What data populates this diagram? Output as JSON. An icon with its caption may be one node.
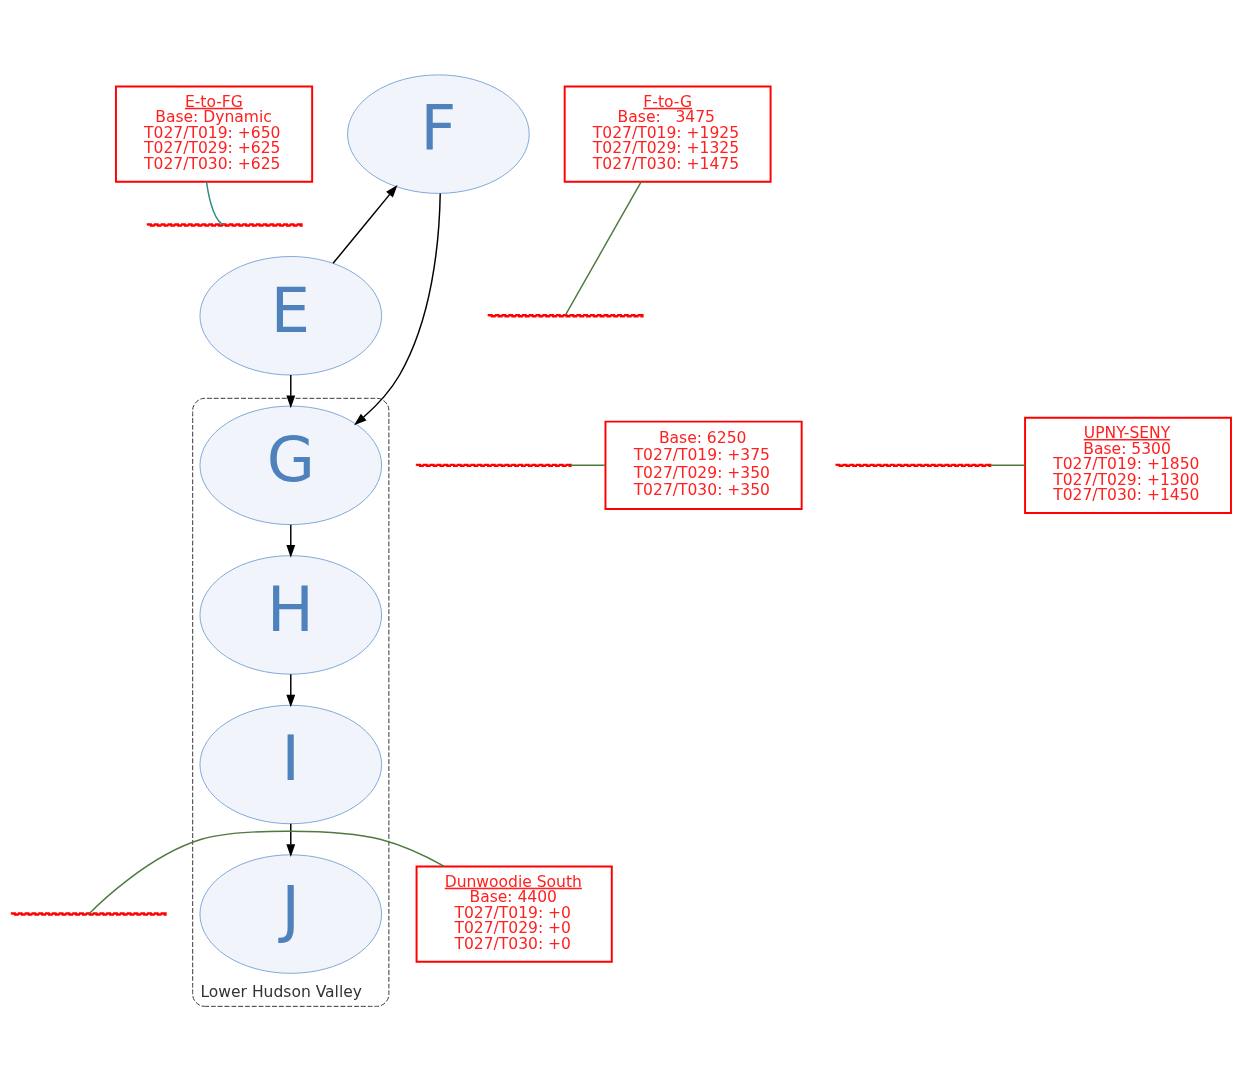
{
  "diagram": {
    "nodes": [
      {
        "text": [
          "E-to-FG",
          "Base: Dynamic",
          "T027/T019: +650",
          "T027/T029: +625",
          "T027/T030: +625"
        ]
      },
      {
        "text": [],
        "shape": "line"
      },
      {
        "text": [
          "F"
        ]
      },
      {
        "text": [
          "F-to-G",
          "Base:   3475",
          "T027/T019: +1925",
          "T027/T029: +1325",
          "T027/T030: +1475"
        ]
      },
      {
        "text": [],
        "shape": "line"
      },
      {
        "text": [
          "E"
        ]
      },
      {
        "text": [],
        "shape": "line"
      },
      {
        "text": [
          "UPNY-SENY",
          "Base: 5300",
          "T027/T019: +1850",
          "T027/T029: +1300",
          "T027/T030: +1450"
        ]
      },
      {
        "text": [
          "Lower Hudson Valley"
        ]
      },
      {
        "text": [
          "G"
        ],
        "in": 8
      },
      {
        "text": [],
        "shape": "line"
      },
      {
        "text": [
          "Base: 6250",
          "T027/T019: +375",
          "T027/T029: +350",
          "T027/T030: +350"
        ]
      },
      {
        "text": [
          "H"
        ],
        "in": 8
      },
      {
        "text": [
          "I"
        ],
        "in": 8
      },
      {
        "text": [
          "Dunwoodie South",
          "Base: 4400",
          "T027/T019: +0",
          "T027/T029: +0",
          "T027/T030: +0"
        ]
      },
      {
        "text": [],
        "shape": "line"
      },
      {
        "text": [
          "J"
        ],
        "in": 8
      }
    ],
    "edges": [
      {
        "from": 5,
        "to": 2,
        "arrow": "to"
      },
      {
        "from": 5,
        "to": 9,
        "arrow": "to"
      },
      {
        "from": 2,
        "to": 9,
        "arrow": "to"
      },
      {
        "from": 9,
        "to": 12,
        "arrow": "to"
      },
      {
        "from": 12,
        "to": 13,
        "arrow": "to"
      },
      {
        "from": 13,
        "to": 16,
        "arrow": "to"
      },
      {
        "from": 0,
        "to": 1,
        "arrow": "none",
        "color": "#2e8b7f"
      },
      {
        "from": 3,
        "to": 4,
        "arrow": "none",
        "color": "#4f7a3f"
      },
      {
        "from": 7,
        "to": 6,
        "arrow": "none",
        "color": "#4f7a3f"
      },
      {
        "from": 11,
        "to": 10,
        "arrow": "none",
        "color": "#4f7a3f"
      },
      {
        "from": 14,
        "to": 15,
        "arrow": "none",
        "color": "#4f7a3f"
      }
    ]
  }
}
